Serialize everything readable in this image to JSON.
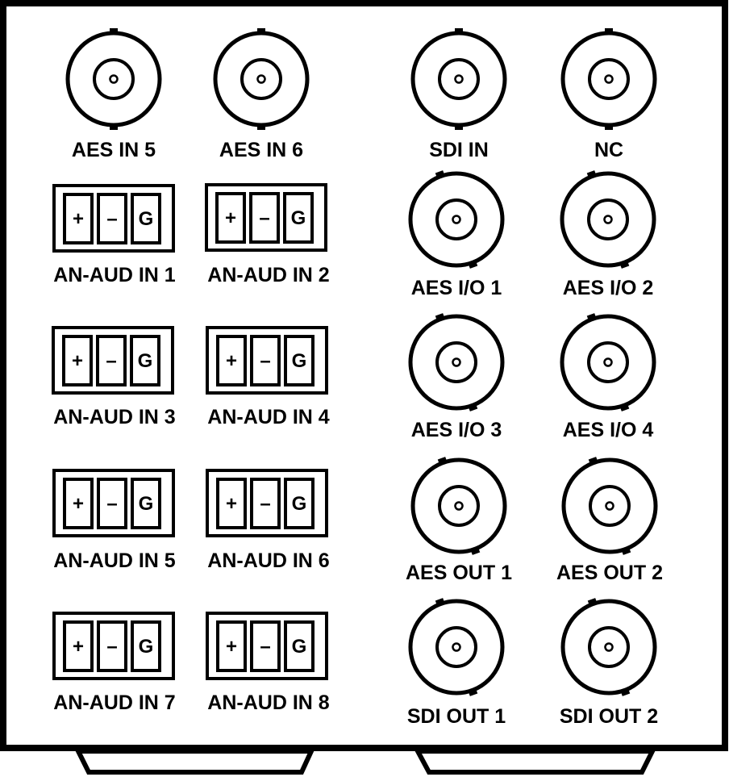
{
  "panel": {
    "bnc_connectors": [
      {
        "label": "AES IN 5"
      },
      {
        "label": "AES IN 6"
      },
      {
        "label": "SDI IN"
      },
      {
        "label": "NC"
      },
      {
        "label": "AES I/O 1"
      },
      {
        "label": "AES I/O 2"
      },
      {
        "label": "AES I/O 3"
      },
      {
        "label": "AES I/O 4"
      },
      {
        "label": "AES OUT 1"
      },
      {
        "label": "AES OUT 2"
      },
      {
        "label": "SDI OUT 1"
      },
      {
        "label": "SDI OUT 2"
      }
    ],
    "terminal_blocks": [
      {
        "label": "AN-AUD IN 1"
      },
      {
        "label": "AN-AUD IN 2"
      },
      {
        "label": "AN-AUD IN 3"
      },
      {
        "label": "AN-AUD IN 4"
      },
      {
        "label": "AN-AUD IN 5"
      },
      {
        "label": "AN-AUD IN 6"
      },
      {
        "label": "AN-AUD IN 7"
      },
      {
        "label": "AN-AUD IN 8"
      }
    ],
    "terminal_pins": [
      "+",
      "–",
      "G"
    ]
  }
}
